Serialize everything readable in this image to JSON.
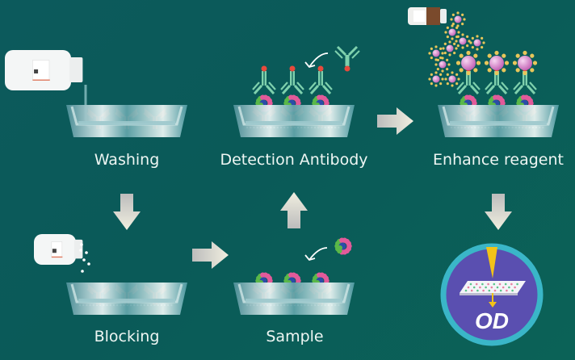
{
  "diagram": {
    "title": "ELISA workflow",
    "steps": [
      {
        "id": "washing",
        "label": "Washing"
      },
      {
        "id": "blocking",
        "label": "Blocking"
      },
      {
        "id": "sample",
        "label": "Sample"
      },
      {
        "id": "detection",
        "label": "Detection Antibody"
      },
      {
        "id": "enhance",
        "label": "Enhance reagent"
      },
      {
        "id": "readout",
        "label": "OD"
      }
    ],
    "flow": [
      [
        "washing",
        "blocking"
      ],
      [
        "blocking",
        "sample"
      ],
      [
        "sample",
        "detection"
      ],
      [
        "detection",
        "enhance"
      ],
      [
        "enhance",
        "readout"
      ]
    ],
    "colors": {
      "background": "#0b5b5a",
      "capture_antibody": "#e07a5f",
      "detection_antibody": "#7fd1ad",
      "label_dot": "#e84a3c",
      "antigen_pink": "#e25a9a",
      "antigen_green": "#5ab848",
      "antigen_blue": "#2b4ca8",
      "enhancer": "#d58bd0",
      "enhancer_spikes": "#e8c65a",
      "od_circle": "#5a4fb0",
      "od_ring": "#3ab6c8",
      "od_beam": "#f2c318",
      "arrow": "#d8d8d0"
    }
  }
}
